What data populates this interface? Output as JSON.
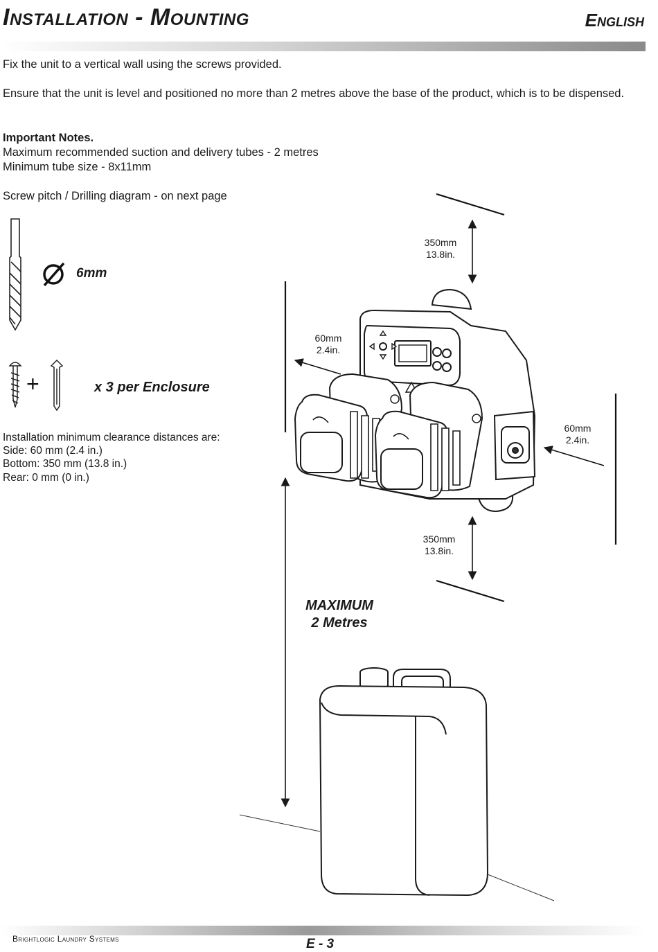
{
  "header": {
    "title": "Installation - Mounting",
    "language": "English"
  },
  "body": {
    "para1": "Fix the unit to a vertical wall using the screws provided.",
    "para2": "Ensure that the unit is level and positioned no more than 2 metres above the base of the product, which is to be dispensed.",
    "notes_heading": "Important Notes.",
    "notes_line1": "Maximum recommended suction and delivery tubes - 2 metres",
    "notes_line2": "Minimum tube size - 8x11mm",
    "screw_pitch": "Screw pitch / Drilling diagram -  on next page"
  },
  "drill": {
    "diameter_symbol": "Ø",
    "diameter": "6mm"
  },
  "fixings": {
    "plus": "+",
    "quantity": "x 3 per Enclosure"
  },
  "clearance": {
    "intro": "Installation minimum clearance distances are:",
    "side": "Side: 60 mm (2.4 in.)",
    "bottom": "Bottom: 350 mm (13.8 in.)",
    "rear": "Rear: 0 mm (0 in.)"
  },
  "dimensions": {
    "top_mm": "350mm",
    "top_in": "13.8in.",
    "left_mm": "60mm",
    "left_in": "2.4in.",
    "right_mm": "60mm",
    "right_in": "2.4in.",
    "bottom_mm": "350mm",
    "bottom_in": "13.8in."
  },
  "maximum": {
    "line1": "MAXIMUM",
    "line2": "2 Metres"
  },
  "footer": {
    "brand": "Brightlogic Laundry Systems",
    "page": "E - 3"
  },
  "icons": [
    "drill-bit-icon",
    "diameter-icon",
    "screw-icon",
    "wall-plug-icon",
    "dispenser-unit-illustration",
    "canister-illustration"
  ]
}
